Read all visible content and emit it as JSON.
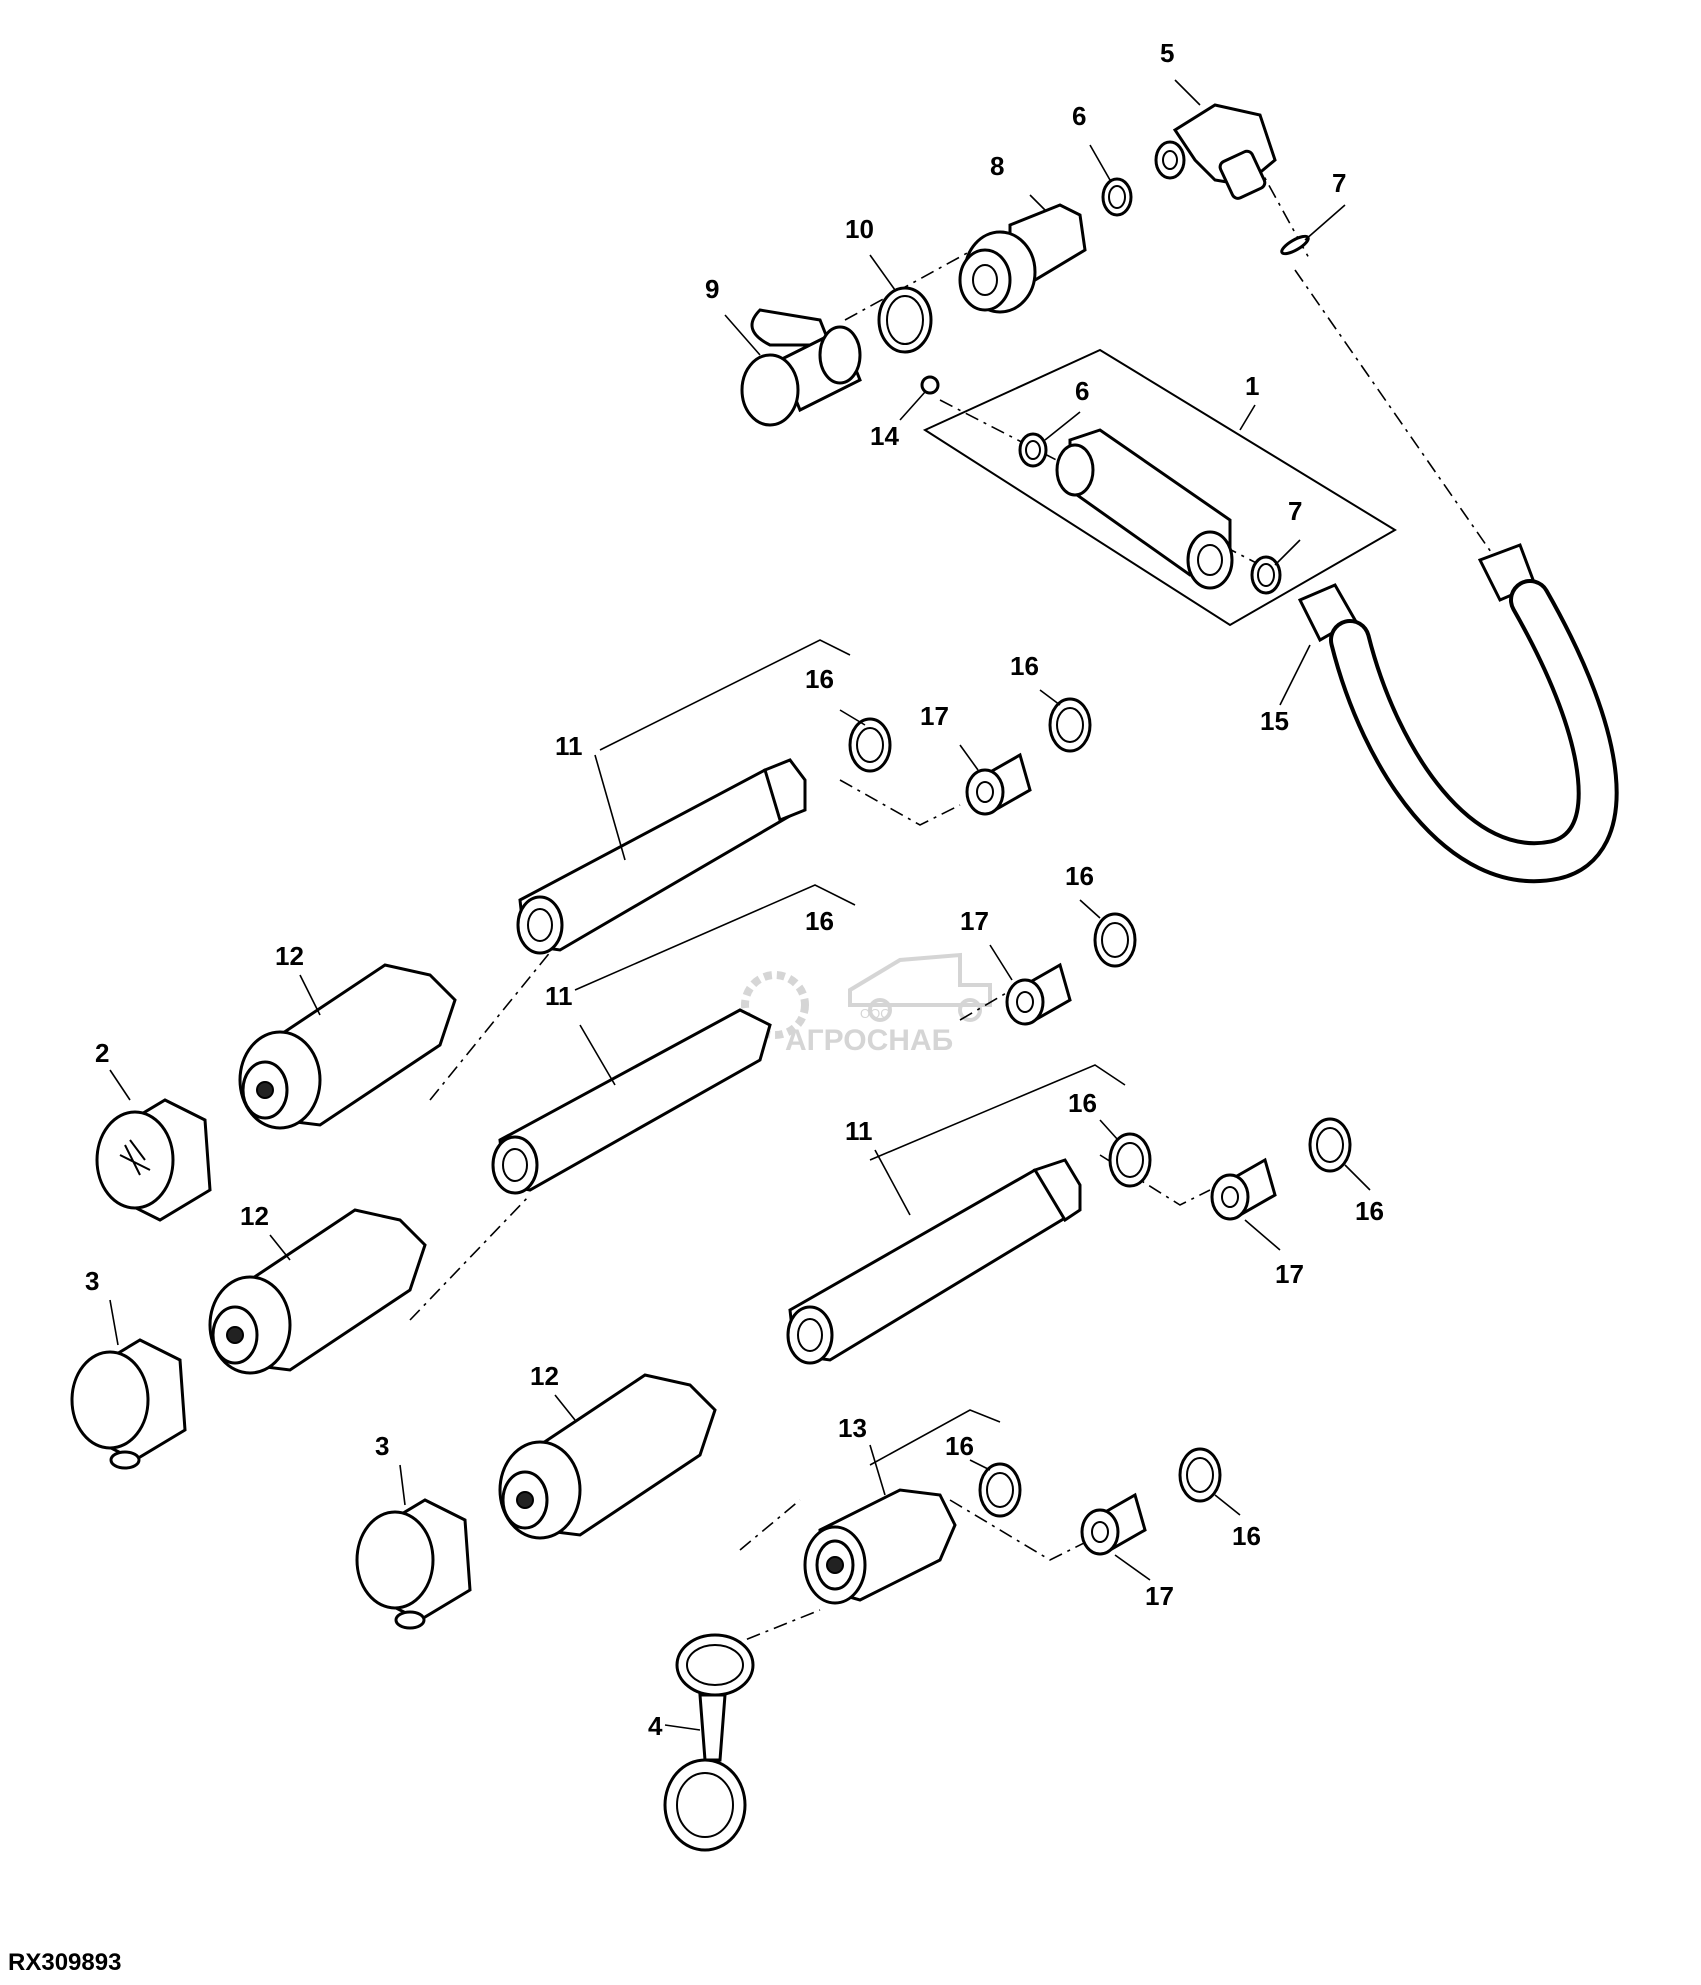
{
  "diagram": {
    "figure_id": "RX309893",
    "watermark": {
      "company_form": "ООО",
      "name": "АГРОСНАБ"
    },
    "callouts": {
      "c1": "1",
      "c2": "2",
      "c3a": "3",
      "c3b": "3",
      "c4": "4",
      "c5": "5",
      "c6a": "6",
      "c6b": "6",
      "c7a": "7",
      "c7b": "7",
      "c8": "8",
      "c9": "9",
      "c10": "10",
      "c11a": "11",
      "c11b": "11",
      "c11c": "11",
      "c12a": "12",
      "c12b": "12",
      "c12c": "12",
      "c13": "13",
      "c14": "14",
      "c15": "15",
      "c16a": "16",
      "c16b": "16",
      "c16c": "16",
      "c16d": "16",
      "c16e": "16",
      "c16f": "16",
      "c16g": "16",
      "c16h": "16",
      "c17a": "17",
      "c17b": "17",
      "c17c": "17",
      "c17d": "17"
    }
  }
}
